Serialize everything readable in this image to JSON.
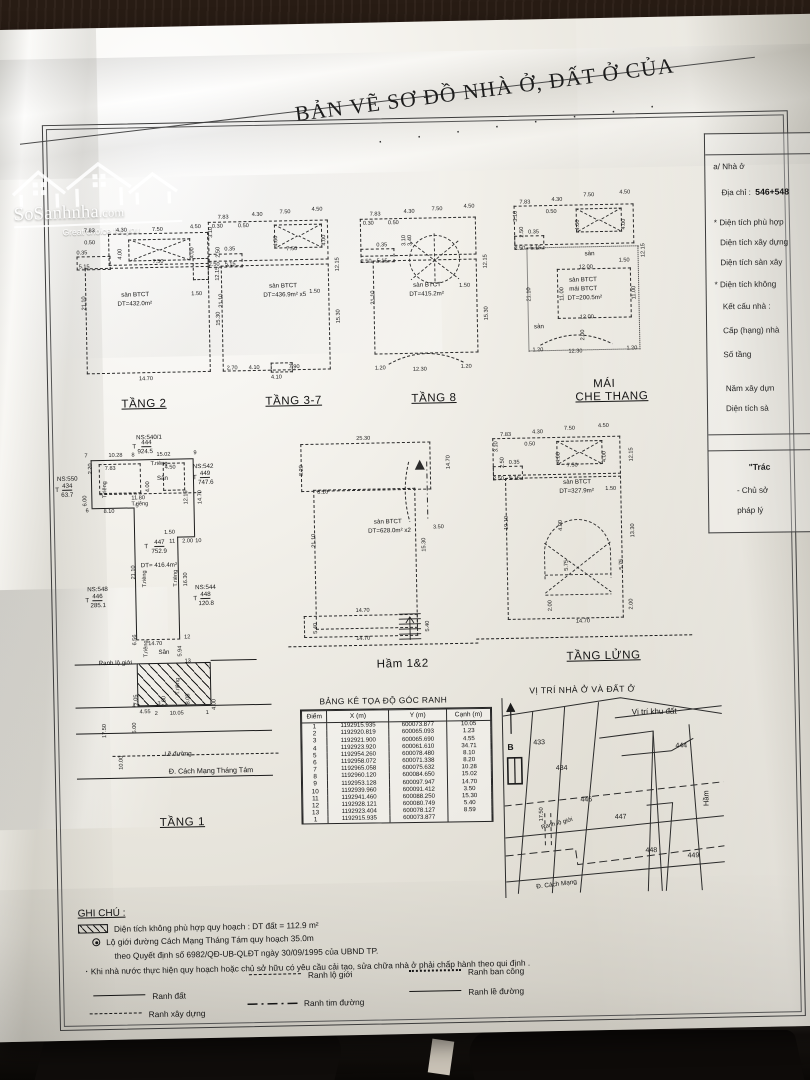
{
  "document": {
    "title": "BẢN VẼ SƠ ĐỒ NHÀ Ở, ĐẤT Ở CỦA",
    "dots": "· · · · · · · ·"
  },
  "watermark": {
    "brand": "SoSanhnha",
    "tld": ".com",
    "tagline": "Great choice for you",
    "icon": "house-roof-icon"
  },
  "info_panel": {
    "section_a": "a/ Nhà ở",
    "address_label": "Địa chỉ :",
    "address_value": "546+548",
    "rows": [
      "* Diện tích phù hợp",
      "Diện tích xây dựng",
      "Diện tích sàn xây",
      "* Diện tích không",
      "Kết cấu nhà   :",
      "Cấp (hạng) nhà",
      "Số tầng",
      "Năm xây dựn",
      "Diện tích sà"
    ],
    "footer_title": "\"Trác",
    "footer_rows": [
      "- Chủ sở",
      "pháp lý"
    ]
  },
  "plans": [
    {
      "id": "tang-2",
      "label": "TẦNG 2",
      "slab_text": "sàn BTCT",
      "area_text": "DT=432.0m²",
      "dims": [
        "7.83",
        "4.30",
        "7.50",
        "4.50",
        "0.50",
        "4.00",
        "4.00",
        "7.50",
        "0.35",
        "5.15",
        "12.15",
        "1.50",
        "21.10",
        "15.30",
        "14.70"
      ]
    },
    {
      "id": "tang-3-7",
      "label": "TẦNG 3-7",
      "slab_text": "sàn BTCT",
      "area_text": "DT=436.9m² x5",
      "dims": [
        "7.83",
        "4.30",
        "7.50",
        "4.50",
        "0.30",
        "0.50",
        "3.10",
        "2.50",
        "0.35",
        "2.50",
        "5.15",
        "4.00",
        "4.00",
        "7.50",
        "12.15",
        "1.50",
        "21.10",
        "15.30",
        "2.70",
        "4.10",
        "7.90",
        "4.10"
      ]
    },
    {
      "id": "tang-8",
      "label": "TẦNG 8",
      "slab_text": "sàn BTCT",
      "area_text": "DT=415.2m²",
      "dims": [
        "7.83",
        "4.30",
        "7.50",
        "4.50",
        "0.30",
        "0.50",
        "0.35",
        "2.50",
        "5.15",
        "3.10",
        "3.40",
        "21.10",
        "12.15",
        "1.50",
        "15.30",
        "1.20",
        "12.30",
        "1.20"
      ]
    },
    {
      "id": "mai-che-thang",
      "label": "MÁI",
      "label2": "CHE THANG",
      "slab_text": "sàn",
      "slab_text2": "sàn BTCT",
      "slab_text3": "mái BTCT",
      "area_text": "DT=200.5m²",
      "dims": [
        "7.83",
        "4.30",
        "7.50",
        "4.50",
        "0.50",
        "4.00",
        "4.00",
        "0.35",
        "2.50",
        "5.15",
        "3.10",
        "2.50",
        "12.15",
        "1.50",
        "21.10",
        "12.00",
        "12.00",
        "11.00",
        "11.00",
        "1.20",
        "12.30",
        "1.20",
        "2.00"
      ]
    },
    {
      "id": "ham-1-2",
      "label": "Hầm 1&2",
      "slab_text": "sàn BTCT",
      "area_text": "DT=628.0m² x2",
      "dims": [
        "25.30",
        "8.20",
        "8.10",
        "14.70",
        "3.50",
        "21.10",
        "15.30",
        "14.70",
        "14.70",
        "5.40",
        "5.40"
      ]
    },
    {
      "id": "tang-lung",
      "label": "TẦNG LỬNG",
      "slab_text": "sàn BTCT",
      "area_text": "DT=327.9m²",
      "dims": [
        "7.83",
        "4.30",
        "7.50",
        "4.50",
        "0.50",
        "0.35",
        "2.50",
        "5.15",
        "3.10",
        "2.50",
        "4.00",
        "4.00",
        "7.50",
        "12.15",
        "1.50",
        "19.10",
        "13.30",
        "4.00",
        "5.75",
        "5.75",
        "2.00",
        "2.00",
        "14.70"
      ]
    },
    {
      "id": "tang-1",
      "label": "TẦNG 1",
      "parcel_main": "447",
      "parcel_main_area": "752.9",
      "parcel_main_dt": "DT= 416.4m²",
      "yard": "Sân",
      "yard2": "Sân",
      "t_rieng": "T.riêng",
      "ranh_lo_gioi": "Ranh lộ giới",
      "le_duong": "Lề đường",
      "street": "Đ. Cách Mạng Tháng Tám",
      "dims": [
        "10.28",
        "15.02",
        "7.83",
        "4.50",
        "11.80",
        "8.10",
        "2.20",
        "6.00",
        "4.00",
        "12.15",
        "14.70",
        "2.00",
        "1.50",
        "21.10",
        "16.30",
        "14.70",
        "6.56",
        "7.05",
        "8.05",
        "5.94",
        "4.55",
        "10.05",
        "5.00",
        "17.50",
        "10.00",
        "2.00",
        "4.00"
      ],
      "neighbors": [
        {
          "ns": "NS:540/1",
          "t": "T",
          "num": "444",
          "area": "924.5"
        },
        {
          "ns": "NS:550",
          "t": "T",
          "num": "434",
          "area": "63.7"
        },
        {
          "ns": "NS:542",
          "t": "T",
          "num": "449",
          "area": "747.6"
        },
        {
          "ns": "NS:548",
          "t": "T",
          "num": "446",
          "area": "285.1"
        },
        {
          "ns": "NS:544",
          "t": "T",
          "num": "448",
          "area": "120.8"
        }
      ],
      "corner_points": [
        "1",
        "2",
        "3",
        "4",
        "5",
        "6",
        "7",
        "8",
        "9",
        "10",
        "11",
        "12",
        "13"
      ]
    }
  ],
  "coord_table": {
    "title": "BẢNG KÊ TỌA ĐỘ GÓC RANH",
    "headers": [
      "Điểm",
      "X (m)",
      "Y (m)",
      "Cạnh (m)"
    ],
    "rows": [
      [
        "1",
        "1192915.935",
        "600073.877",
        "10.05"
      ],
      [
        "2",
        "1192920.819",
        "600065.093",
        "1.23"
      ],
      [
        "3",
        "1192921.900",
        "600065.690",
        "4.55"
      ],
      [
        "4",
        "1192923.920",
        "600061.610",
        "34.71"
      ],
      [
        "5",
        "1192954.260",
        "600078.480",
        "8.10"
      ],
      [
        "6",
        "1192958.072",
        "600071.338",
        "8.20"
      ],
      [
        "7",
        "1192965.058",
        "600075.632",
        "10.28"
      ],
      [
        "8",
        "1192960.120",
        "600084.650",
        "15.02"
      ],
      [
        "9",
        "1192953.128",
        "600097.947",
        "14.70"
      ],
      [
        "10",
        "1192939.960",
        "600091.412",
        "3.50"
      ],
      [
        "11",
        "1192941.460",
        "600088.250",
        "15.30"
      ],
      [
        "12",
        "1192928.121",
        "600080.749",
        "5.40"
      ],
      [
        "13",
        "1192923.404",
        "600078.127",
        "8.59"
      ],
      [
        "1",
        "1192915.935",
        "600073.877",
        ""
      ]
    ]
  },
  "location_map": {
    "title": "VỊ TRÍ NHÀ Ở VÀ ĐẤT Ở",
    "callout": "Vị trí khu đất",
    "north_label": "B",
    "north_icon": "north-arrow-icon",
    "boundary_label": "Ranh lộ giới",
    "street": "Đ. Cách Mạng",
    "lo_gioi_dim": "17.50",
    "parcels": [
      "433",
      "434",
      "444",
      "446",
      "447",
      "448",
      "449"
    ]
  },
  "notes": {
    "heading": "GHI CHÚ :",
    "line1": "Diện tích không phù hợp quy hoạch : DT đất = 112.9 m²",
    "line2": "Lộ giới đường Cách Mạng Tháng Tám quy hoạch 35.0m",
    "line3": "theo Quyết định số 6982/QĐ-UB-QLĐT ngày 30/09/1995 của UBND TP.",
    "line4": "Khi nhà nước thực hiện quy hoạch hoặc chủ sở hữu có yêu cầu cải tạo, sửa chữa nhà ở phải chấp hành theo qui định .",
    "legend": [
      {
        "style": "solid",
        "label": "Ranh đất"
      },
      {
        "style": "dash",
        "label": "Ranh lộ giới"
      },
      {
        "style": "dot",
        "label": "Ranh ban công"
      },
      {
        "style": "sdash",
        "label": "Ranh xây dựng"
      },
      {
        "style": "dashdot",
        "label": "Ranh tim đường"
      },
      {
        "style": "solid",
        "label": "Ranh lề đường"
      }
    ]
  },
  "labels": {
    "ham_side": "Hầm"
  }
}
